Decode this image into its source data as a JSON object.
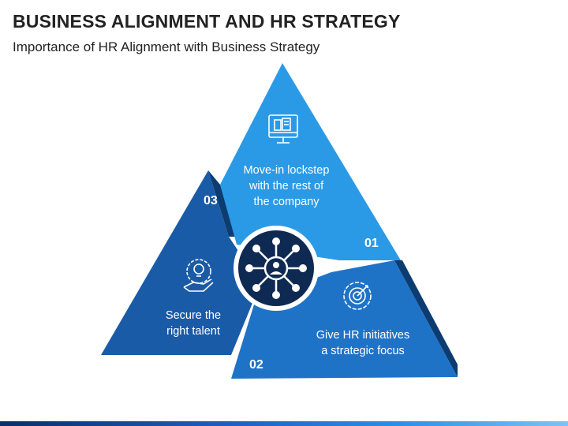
{
  "header": {
    "title": "BUSINESS ALIGNMENT AND HR STRATEGY",
    "subtitle": "Importance of HR Alignment with Business Strategy"
  },
  "segments": [
    {
      "number": "01",
      "text_lines": [
        "Move-in lockstep",
        "with the rest of",
        "the company"
      ],
      "icon": "building-monitor-icon",
      "color": "#2b9ae6"
    },
    {
      "number": "02",
      "text_lines": [
        "Give HR initiatives",
        "a strategic focus"
      ],
      "icon": "gear-target-icon",
      "color": "#1f73c7"
    },
    {
      "number": "03",
      "text_lines": [
        "Secure the",
        "right talent"
      ],
      "icon": "hand-gear-lightbulb-icon",
      "color": "#1a5ba8"
    }
  ],
  "center": {
    "icon": "network-people-icon",
    "color": "#0f2a52"
  },
  "colors": {
    "dark_face": "#0c3c70",
    "bottom_bar": "#1d5fbf"
  }
}
